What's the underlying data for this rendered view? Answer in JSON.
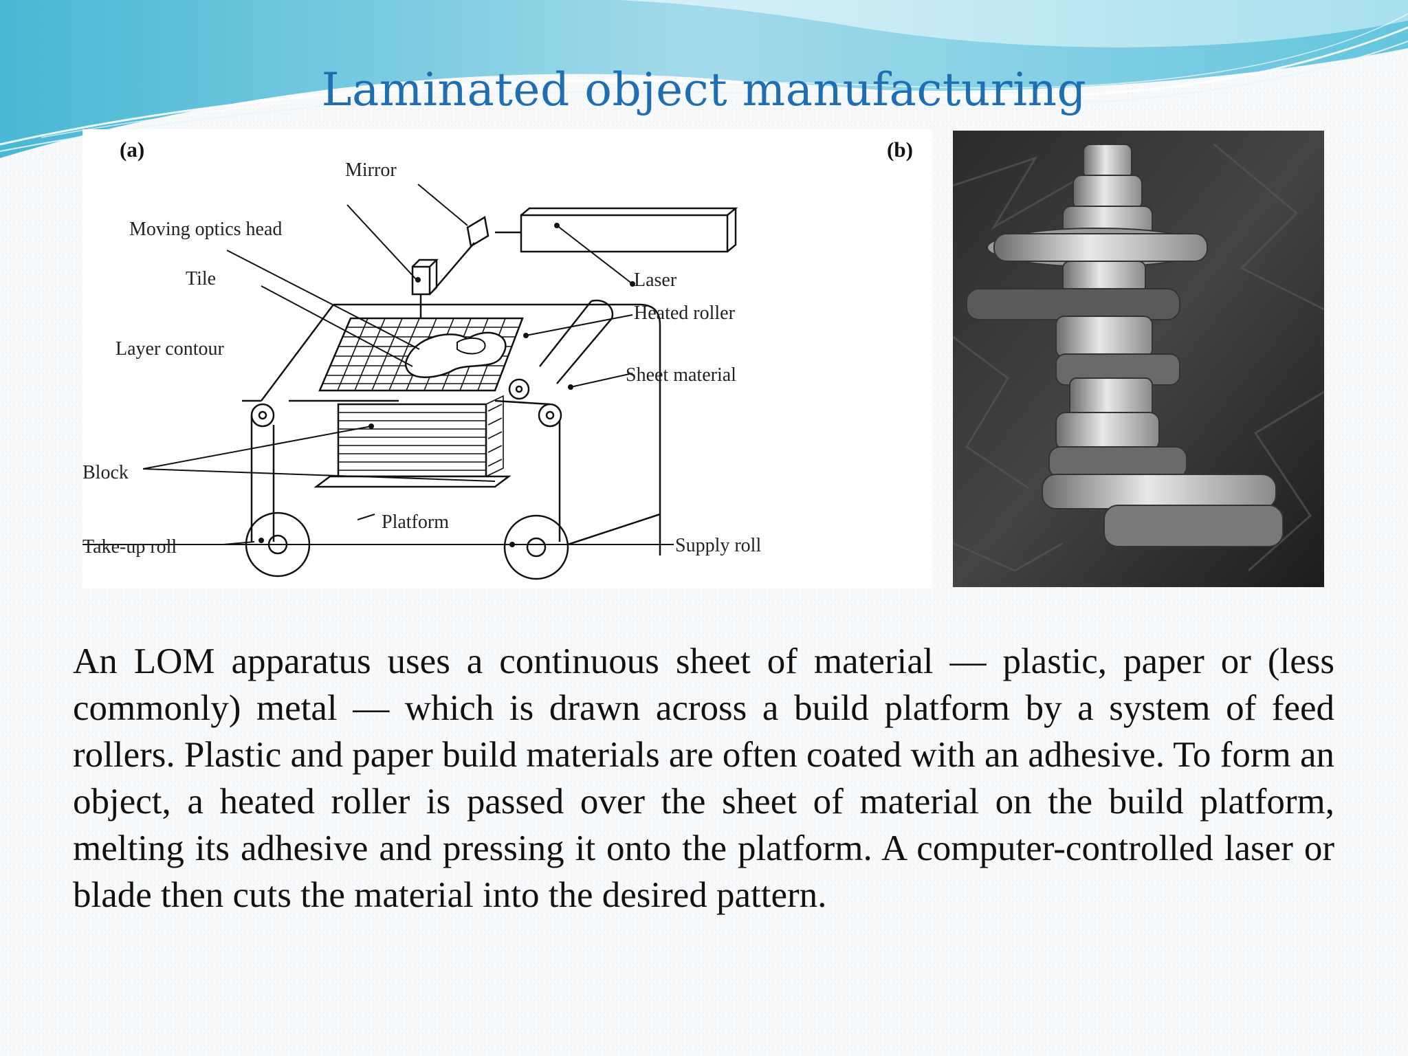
{
  "slide": {
    "title": "Laminated object manufacturing",
    "figure_a": {
      "tag": "(a)",
      "labels": {
        "mirror": "Mirror",
        "moving_optics_head": "Moving optics head",
        "laser": "Laser",
        "tile": "Tile",
        "heated_roller": "Heated roller",
        "layer_contour": "Layer contour",
        "sheet_material": "Sheet material",
        "block": "Block",
        "platform": "Platform",
        "take_up_roll": "Take-up roll",
        "supply_roll": "Supply roll"
      }
    },
    "figure_b": {
      "tag": "(b)"
    },
    "body": "An LOM apparatus uses a continuous sheet of material — plastic, paper or (less commonly) metal — which is drawn across a build platform by a system of feed rollers. Plastic and paper build materials are often coated with an adhesive. To form an object, a heated roller is passed over the sheet of material on the build platform, melting its adhesive and pressing it onto the platform. A computer-controlled laser or blade then cuts the material into the desired pattern.",
    "colors": {
      "title": "#1f6eb4",
      "wave_light": "#bfe7f1",
      "wave_mid": "#6cc6dc",
      "wave_dark": "#2fa8c8"
    }
  }
}
